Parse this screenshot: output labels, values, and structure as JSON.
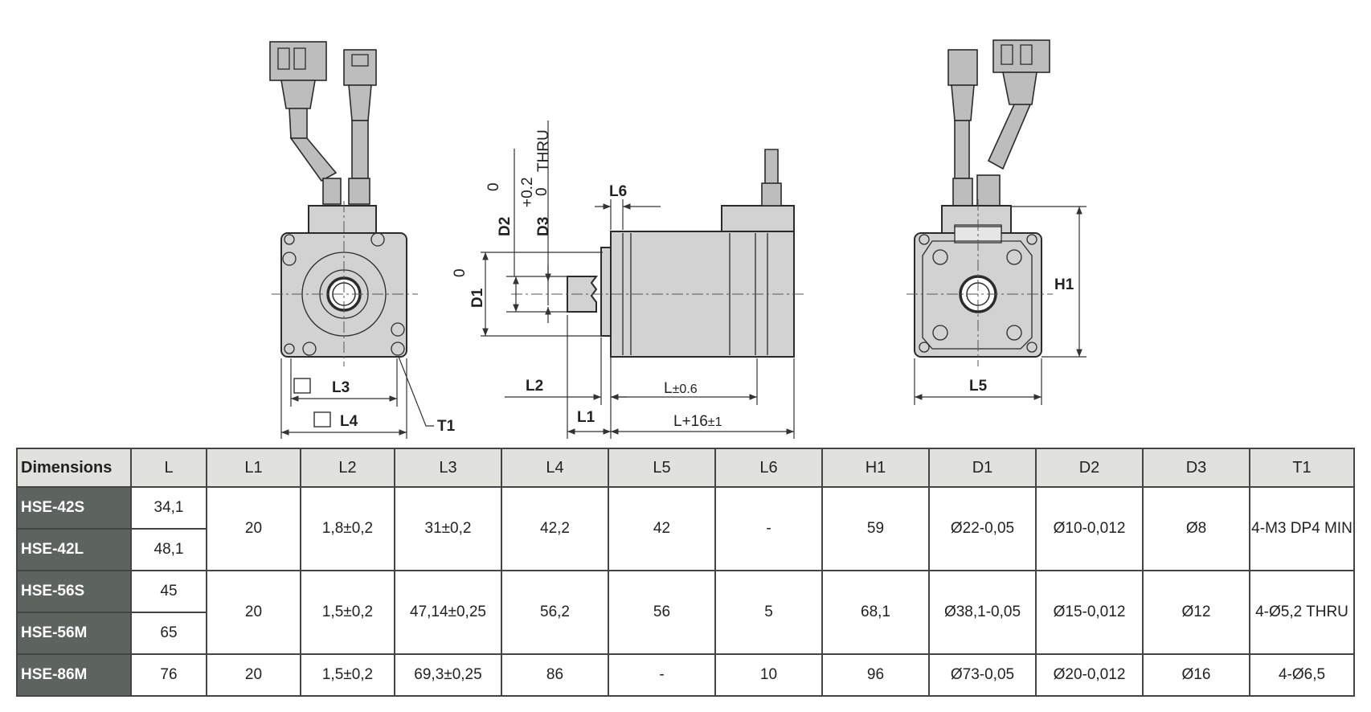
{
  "drawing": {
    "labels": {
      "l3": "L3",
      "l4": "L4",
      "t1": "T1",
      "l2": "L2",
      "l1": "L1",
      "l": "L",
      "l_tol": "±0.6",
      "l16": "L+16",
      "l16_tol": "±1",
      "l6": "L6",
      "d1": "D1",
      "d1_tol": "0",
      "d2": "D2",
      "d2_tol": "0",
      "d3": "D3",
      "d3_tol_upper": "+0.2",
      "d3_tol_lower": "0",
      "thru": "THRU",
      "h1": "H1",
      "l5": "L5"
    }
  },
  "table": {
    "headers": [
      "Dimensions",
      "L",
      "L1",
      "L2",
      "L3",
      "L4",
      "L5",
      "L6",
      "H1",
      "D1",
      "D2",
      "D3",
      "T1"
    ],
    "groups": [
      {
        "models": [
          {
            "name": "HSE-42S",
            "L": "34,1"
          },
          {
            "name": "HSE-42L",
            "L": "48,1"
          }
        ],
        "L1": "20",
        "L2": "1,8±0,2",
        "L3": "31±0,2",
        "L4": "42,2",
        "L5": "42",
        "L6": "-",
        "H1": "59",
        "D1": "Ø22-0,05",
        "D2": "Ø10-0,012",
        "D3": "Ø8",
        "T1": "4-M3 DP4 MIN"
      },
      {
        "models": [
          {
            "name": "HSE-56S",
            "L": "45"
          },
          {
            "name": "HSE-56M",
            "L": "65"
          }
        ],
        "L1": "20",
        "L2": "1,5±0,2",
        "L3": "47,14±0,25",
        "L4": "56,2",
        "L5": "56",
        "L6": "5",
        "H1": "68,1",
        "D1": "Ø38,1-0,05",
        "D2": "Ø15-0,012",
        "D3": "Ø12",
        "T1": "4-Ø5,2 THRU"
      },
      {
        "models": [
          {
            "name": "HSE-86M",
            "L": "76"
          }
        ],
        "L1": "20",
        "L2": "1,5±0,2",
        "L3": "69,3±0,25",
        "L4": "86",
        "L5": "-",
        "L6": "10",
        "H1": "96",
        "D1": "Ø73-0,05",
        "D2": "Ø20-0,012",
        "D3": "Ø16",
        "T1": "4-Ø6,5"
      }
    ]
  }
}
